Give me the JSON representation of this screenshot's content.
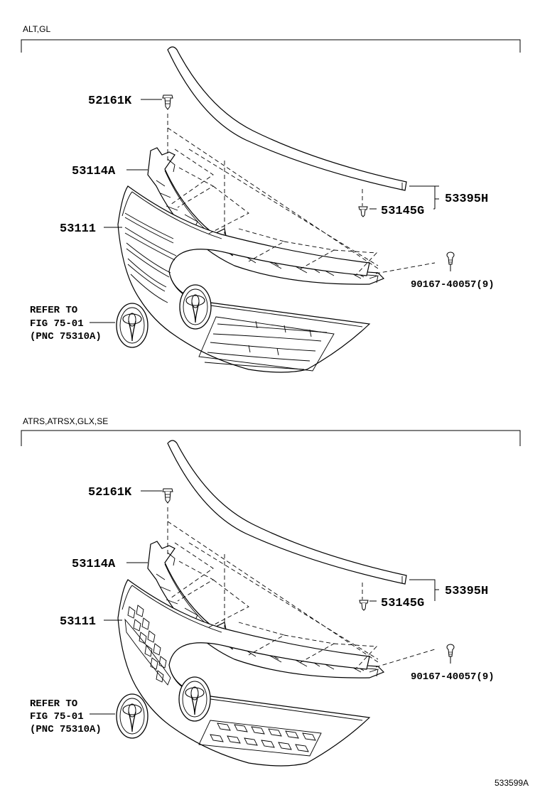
{
  "sections": [
    {
      "title": "ALT,GL",
      "callouts": {
        "clip": "52161K",
        "retainer": "53114A",
        "grille": "53111",
        "molding": "53395H",
        "molding_clip": "53145G",
        "screw": "90167-40057(9)",
        "refer_line1": "REFER TO",
        "refer_line2": "FIG 75-01",
        "refer_line3": "(PNC 75310A)"
      }
    },
    {
      "title": "ATRS,ATRSX,GLX,SE",
      "callouts": {
        "clip": "52161K",
        "retainer": "53114A",
        "grille": "53111",
        "molding": "53395H",
        "molding_clip": "53145G",
        "screw": "90167-40057(9)",
        "refer_line1": "REFER TO",
        "refer_line2": "FIG 75-01",
        "refer_line3": "(PNC 75310A)"
      }
    }
  ],
  "illustration_code": "533599A"
}
